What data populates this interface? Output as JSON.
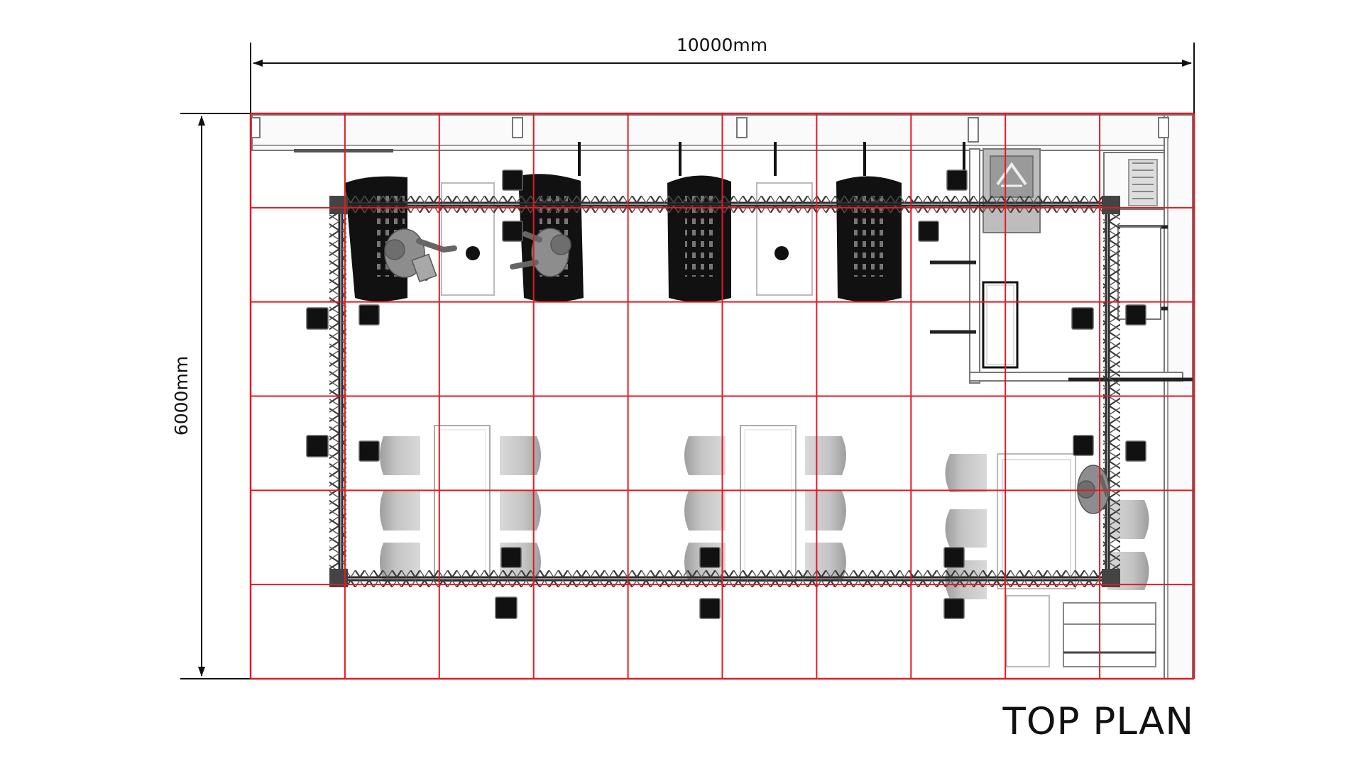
{
  "dimensions": {
    "width_label": "10000mm",
    "height_label": "6000mm"
  },
  "title": "TOP PLAN",
  "colors": {
    "grid": "#e01b24",
    "truss": "#2b2b2b",
    "display_stand": "#111111",
    "chair": "#c8c8c8",
    "table_outline": "#9a9a9a",
    "figure": "#8d8d8d",
    "background": "#ffffff"
  },
  "grid": {
    "columns": 10,
    "rows": 6
  },
  "icons": [
    "spotlight-icon",
    "person-figure-icon",
    "chair-icon",
    "display-stand-icon",
    "sink-icon",
    "arrow-icon"
  ]
}
